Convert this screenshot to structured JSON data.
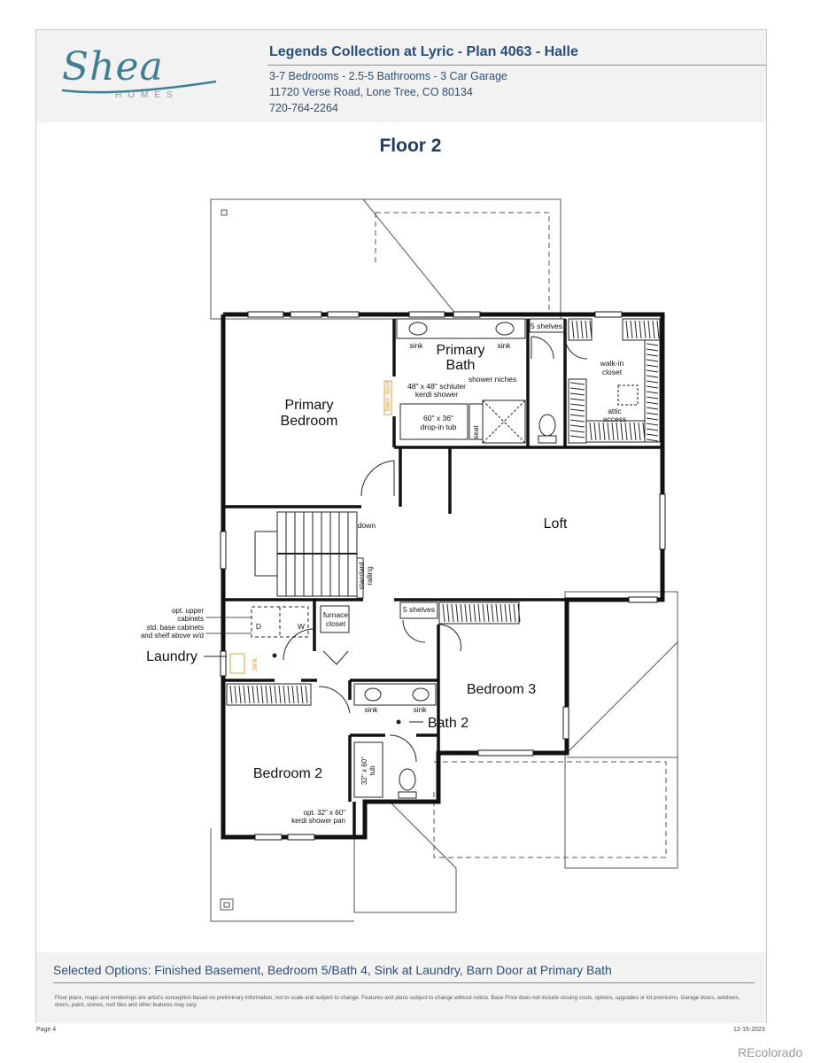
{
  "header": {
    "logo_text": "Shea",
    "logo_sub": "HOMES",
    "title": "Legends Collection at Lyric - Plan 4063 - Halle",
    "details": "3-7 Bedrooms - 2.5-5 Bathrooms - 3 Car Garage",
    "address": "11720 Verse Road, Lone Tree, CO 80134",
    "phone": "720-764-2264"
  },
  "floor_title": "Floor 2",
  "rooms": {
    "primary_bedroom": [
      "Primary",
      "Bedroom"
    ],
    "primary_bath": [
      "Primary",
      "Bath"
    ],
    "loft": "Loft",
    "bedroom3": "Bedroom 3",
    "bedroom2": "Bedroom 2",
    "bath2": "Bath 2",
    "laundry": "Laundry"
  },
  "labels": {
    "five_shelves_top": "5 shelves",
    "five_shelves_mid": "5 shelves",
    "sink": "sink",
    "walk_in_closet": [
      "walk-in",
      "closet"
    ],
    "attic_access": [
      "attic",
      "access"
    ],
    "shower_niches": "shower niches",
    "schluter": [
      "48\" x 48\" schluter",
      "kerdi shower"
    ],
    "drop_in_tub": [
      "60\" x 36\"",
      "drop-in tub"
    ],
    "seat": "seat",
    "barn_door": "barn door",
    "down": "down",
    "standard_railing": [
      "standard",
      "railing"
    ],
    "furnace_closet": [
      "furnace",
      "closet"
    ],
    "opt_upper_cabinets": [
      "opt. upper",
      "cabinets"
    ],
    "std_base_cabinets": [
      "std. base cabinets",
      "and shelf above w/d"
    ],
    "tub_32x60": [
      "32\" x 60\"",
      "tub"
    ],
    "opt_kerdi": [
      "opt. 32\" x 60\"",
      "kerdi shower pan"
    ],
    "d": "D",
    "w": "W",
    "sink_laundry": "sink"
  },
  "footer": {
    "options": "Selected Options: Finished Basement, Bedroom 5/Bath 4, Sink at Laundry, Barn Door at Primary Bath",
    "disclaimer": "Floor plans, maps and renderings are artist's conception based on preliminary information, not to scale and subject to change. Features and plans subject to change without notice. Base Price does not include closing costs, options, upgrades or lot premiums. Garage doors, windows, doors, paint, stones, roof tiles and other features may vary.",
    "page": "Page 4",
    "date": "12-15-2023",
    "watermark": "REcolorado"
  },
  "colors": {
    "brand": "#2a4f7a",
    "logo": "#3f7f93",
    "barn_door": "#d9a441"
  }
}
